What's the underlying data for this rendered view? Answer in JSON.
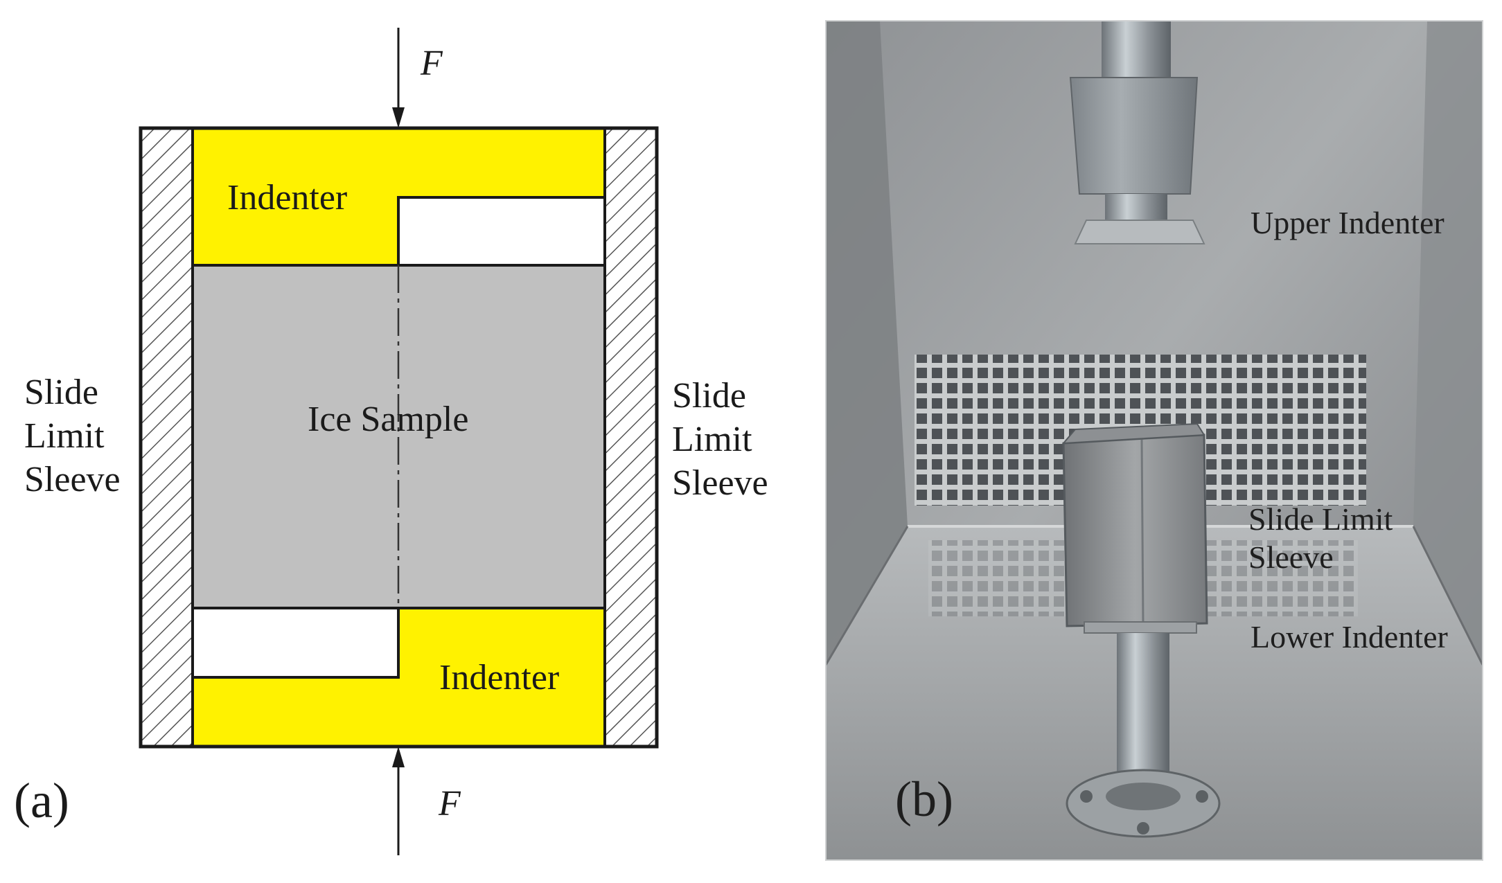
{
  "panel_a": {
    "tag": "(a)",
    "force_top": "F",
    "force_bottom": "F",
    "indenter_top": "Indenter",
    "indenter_bottom": "Indenter",
    "sample": "Ice Sample",
    "sleeve_left": [
      "Slide",
      "Limit",
      "Sleeve"
    ],
    "sleeve_right": [
      "Slide",
      "Limit",
      "Sleeve"
    ],
    "colors": {
      "indenter": "#fff200",
      "sample": "#c0c0c0",
      "outline": "#1a1a1a"
    }
  },
  "panel_b": {
    "tag": "(b)",
    "upper_indenter": "Upper Indenter",
    "sleeve": [
      "Slide Limit",
      "Sleeve"
    ],
    "lower_indenter": "Lower Indenter"
  }
}
